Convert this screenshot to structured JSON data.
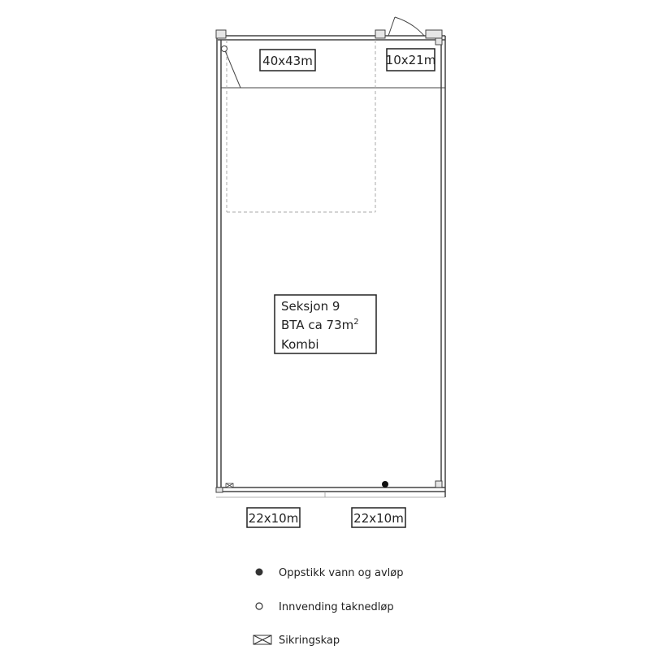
{
  "section": {
    "line1": "Seksjon 9",
    "line2_prefix": "BTA ca 73m",
    "line2_sup": "2",
    "line3": "Kombi"
  },
  "doors": {
    "top_left": "40x43m",
    "top_right": "10x21m",
    "bottom_left": "22x10m",
    "bottom_right": "22x10m"
  },
  "legend": {
    "water": "Oppstikk vann og avløp",
    "drain": "Innvending taknedløp",
    "fuse": "Sikringskap"
  }
}
